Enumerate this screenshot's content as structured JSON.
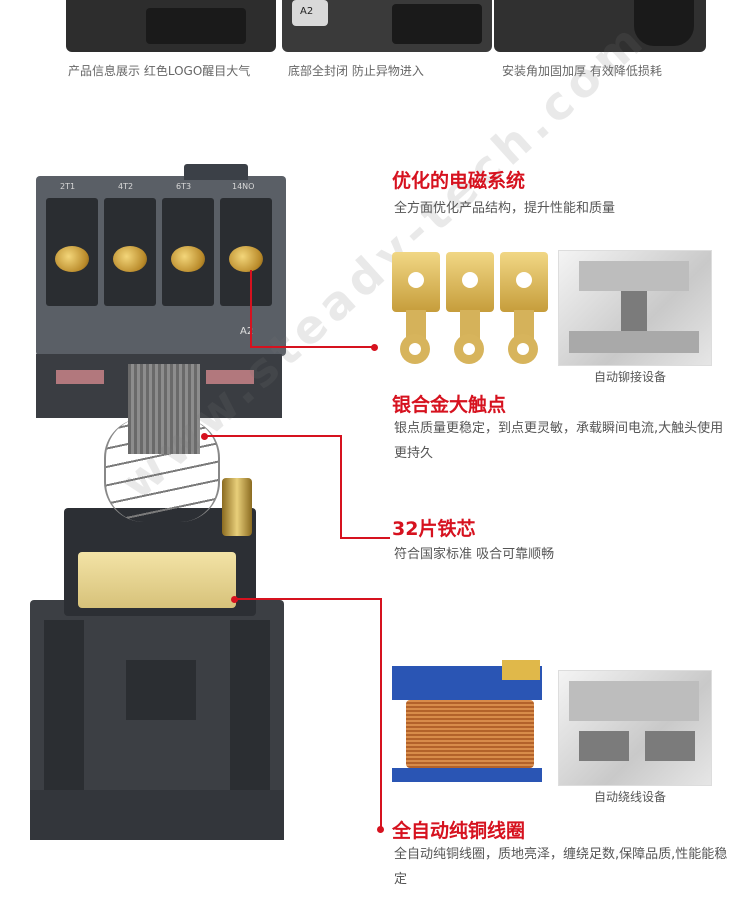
{
  "top_strip": {
    "captions": [
      "产品信息展示 红色LOGO醒目大气",
      "底部全封闭 防止异物进入",
      "安装角加固加厚 有效降低损耗"
    ],
    "photo_label": "A2"
  },
  "contactor": {
    "terminal_labels": [
      "2T1",
      "4T2",
      "6T3",
      "14NO"
    ],
    "coil_label": "A2"
  },
  "watermark": "www.steady-tech.com",
  "sections": [
    {
      "title": "优化的电磁系统",
      "desc": "全方面优化产品结构，提升性能和质量"
    },
    {
      "title": "银合金大触点",
      "desc": "银点质量更稳定，到点更灵敏，承载瞬间电流,大触头使用更持久"
    },
    {
      "title": "32片铁芯",
      "desc": "符合国家标准 吸合可靠顺畅"
    },
    {
      "title": "全自动纯铜线圈",
      "desc": "全自动纯铜线圈，质地亮泽，缠绕足数,保障品质,性能能稳定"
    }
  ],
  "photo_captions": {
    "riveting": "自动铆接设备",
    "winding": "自动绕线设备"
  },
  "colors": {
    "accent_red": "#d6121f",
    "housing_gray": "#5a5f66",
    "coil_blue": "#2a55b4"
  }
}
